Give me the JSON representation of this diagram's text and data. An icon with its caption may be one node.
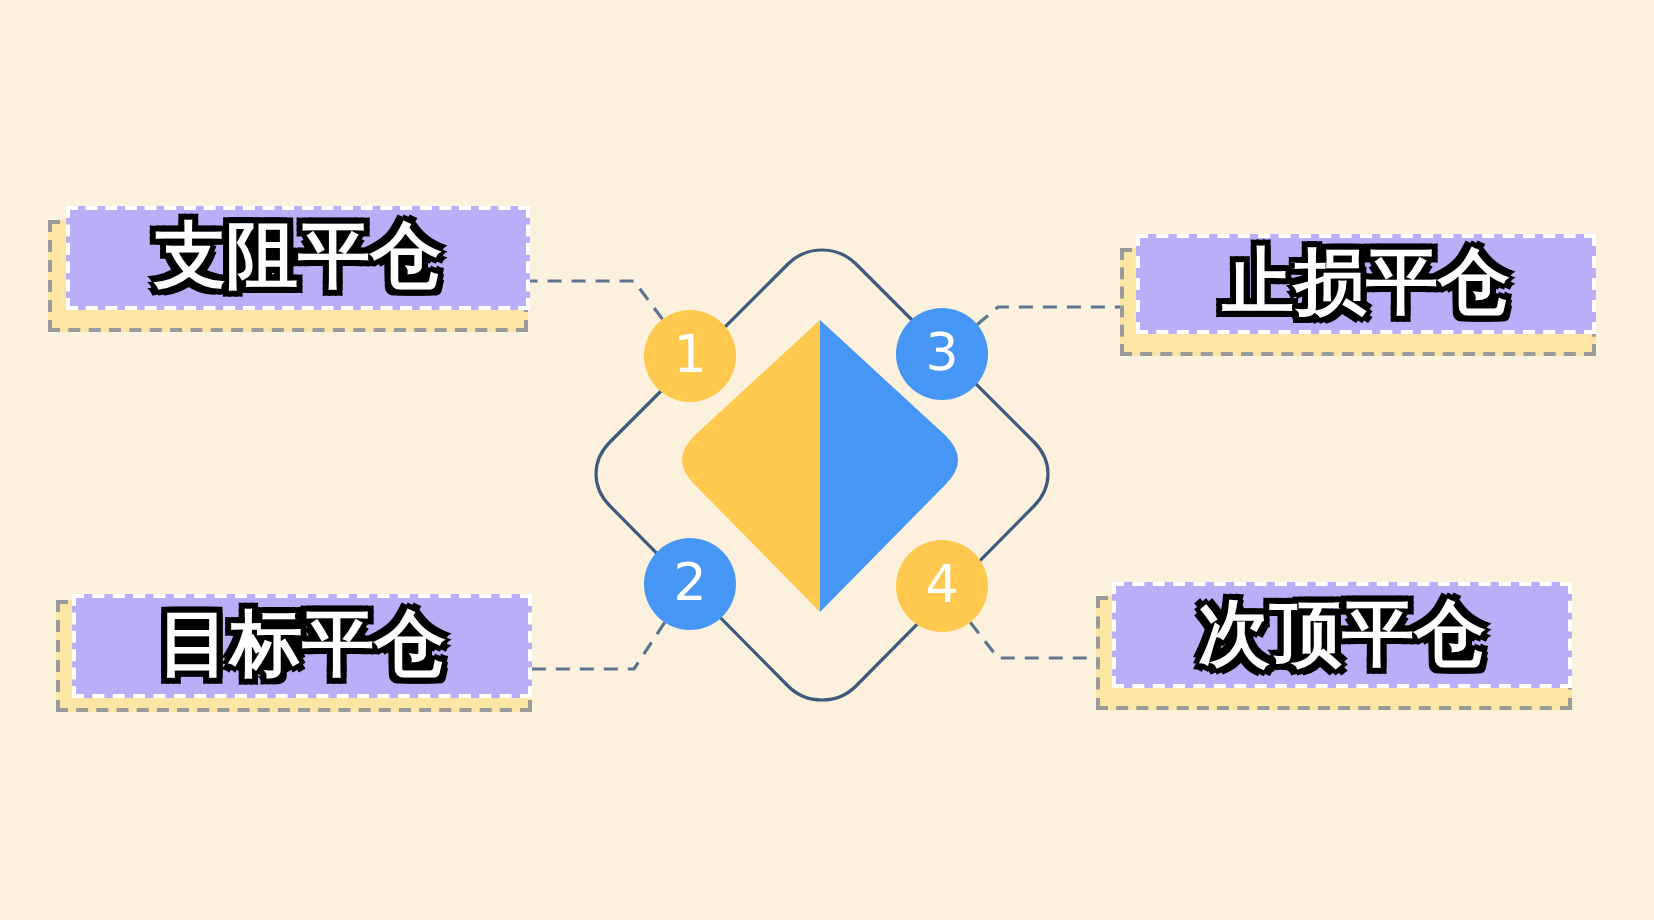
{
  "diagram": {
    "nodes": [
      {
        "text": [
          "支阻平仓"
        ]
      },
      {
        "text": [
          "止损平仓"
        ]
      },
      {
        "text": [
          "1"
        ]
      },
      {
        "text": [
          "3"
        ]
      },
      {
        "text": [
          "2"
        ]
      },
      {
        "text": [
          "4"
        ]
      },
      {
        "text": [
          "目标平仓"
        ]
      },
      {
        "text": [
          "次顶平仓"
        ]
      }
    ],
    "edges": [
      {
        "from": 2,
        "to": 0,
        "arrow": "none",
        "style": "dashed"
      },
      {
        "from": 3,
        "to": 1,
        "arrow": "none",
        "style": "dashed"
      },
      {
        "from": 4,
        "to": 6,
        "arrow": "none",
        "style": "dashed"
      },
      {
        "from": 5,
        "to": 7,
        "arrow": "none",
        "style": "dashed"
      }
    ]
  }
}
